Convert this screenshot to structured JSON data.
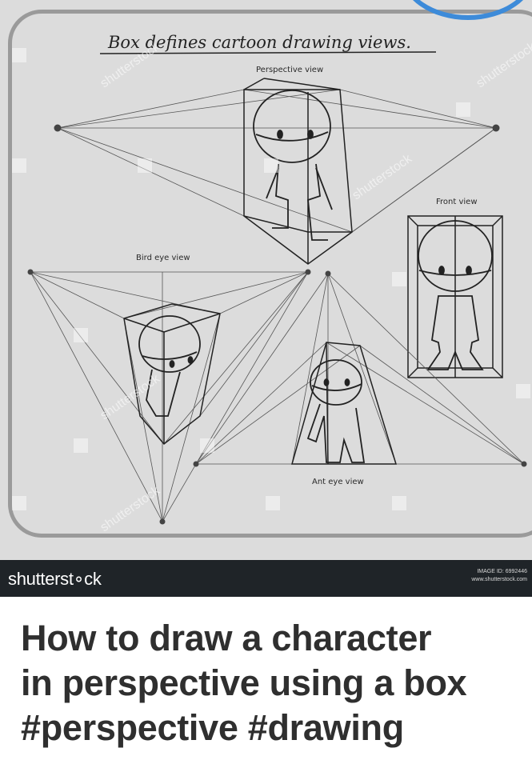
{
  "illustration": {
    "title": "Box defines cartoon drawing views.",
    "labels": {
      "perspective": "Perspective view",
      "front": "Front view",
      "bird": "Bird eye view",
      "ant": "Ant eye view"
    },
    "watermark": "shutterstock"
  },
  "footer_bar": {
    "brand": "shutterst∘ck",
    "image_id_label": "IMAGE ID: 6992446",
    "site": "www.shutterstock.com"
  },
  "caption": {
    "line1": "How to draw a character",
    "line2": "in perspective using a box",
    "line3": "#perspective #drawing"
  },
  "colors": {
    "background": "#dcdcdc",
    "frame": "#9a9a9a",
    "accent_circle": "#3d8bd9",
    "bar": "#1f2428",
    "caption_text": "#2f2f2f"
  }
}
